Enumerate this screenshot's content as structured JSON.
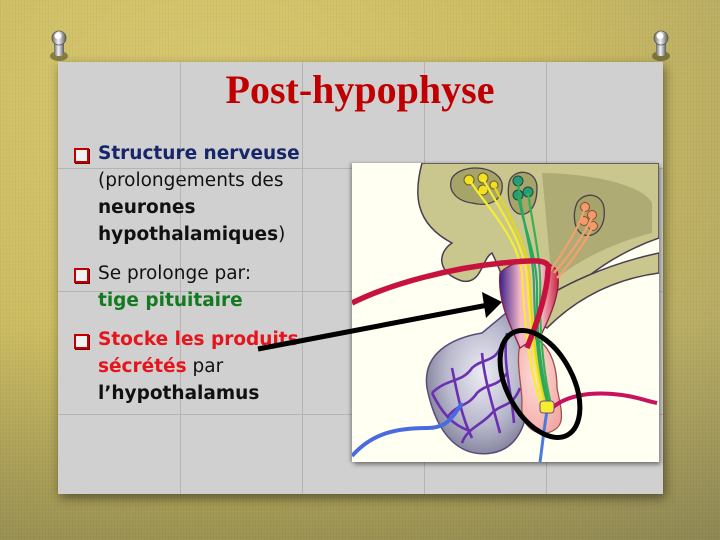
{
  "slide": {
    "title": "Post-hypophyse",
    "bullets": [
      {
        "parts": [
          {
            "text": "Structure nerveuse",
            "style": "bold navy"
          },
          {
            "text": " (prolongements des ",
            "style": "normal"
          },
          {
            "text": "neurones hypothalamiques",
            "style": "bold"
          },
          {
            "text": ")",
            "style": "normal"
          }
        ]
      },
      {
        "parts": [
          {
            "text": "Se prolonge par:",
            "style": "normal"
          },
          {
            "text": "tige pituitaire",
            "style": "bold green"
          }
        ]
      },
      {
        "parts": [
          {
            "text": "Stocke les produits sécrétés",
            "style": "bold red"
          },
          {
            "text": " par ",
            "style": "normal"
          },
          {
            "text": "l’hypothalamus",
            "style": "bold"
          }
        ]
      }
    ],
    "figure": {
      "description": "Schéma de l'hypophyse: hypothalamus avec noyaux neuronaux, tige pituitaire, adénohypophyse (vascularisée) et neurohypophyse (entourée)",
      "annotations": [
        "arrow-to-stalk",
        "ellipse-around-posterior-pituitary"
      ]
    },
    "colors": {
      "title": "#c00000",
      "bullet_box": "#c00000",
      "navy": "#17256b",
      "green": "#137a1f",
      "red": "#e8141b",
      "panel": "#d0d0d0",
      "background": "#cdbd62"
    },
    "icons": [
      "pushpin-icon",
      "pushpin-icon",
      "checkbox-bullet-icon"
    ]
  }
}
